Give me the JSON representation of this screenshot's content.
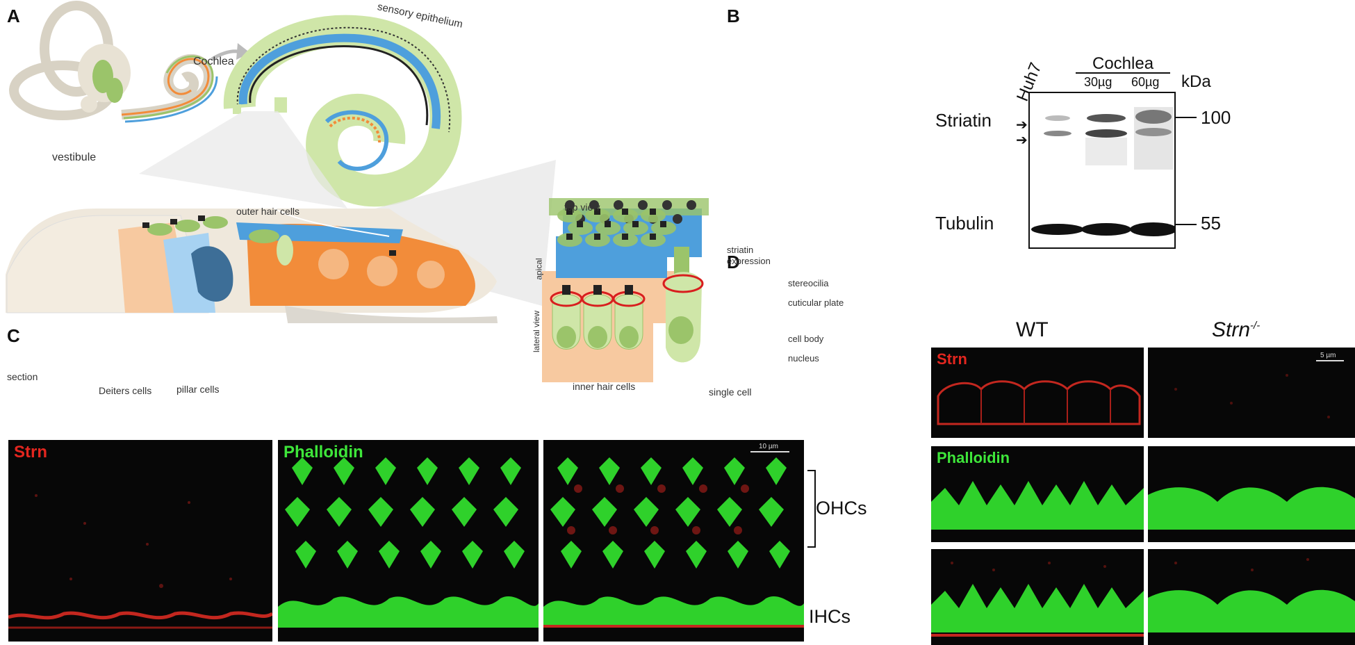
{
  "panels": {
    "a": "A",
    "b": "B",
    "c": "C",
    "d": "D"
  },
  "panel_a": {
    "cochlea": "Cochlea",
    "vestibule": "vestibule",
    "sensory_epithelium": "sensory epithelium",
    "outer_hair_cells": "outer hair cells",
    "top_view": "top view",
    "apical": "apical",
    "lateral_view": "lateral view",
    "striatin_expression_1": "striatin",
    "striatin_expression_2": "expression",
    "stereocilia": "stereocilia",
    "cuticular_plate": "cuticular plate",
    "cell_body": "cell body",
    "nucleus": "nucleus",
    "single_cell": "single cell",
    "inner_hair_cells": "inner hair cells",
    "section": "section",
    "deiters_cells": "Deiters cells",
    "pillar_cells": "pillar cells"
  },
  "panel_b": {
    "huh7": "Huh7",
    "cochlea": "Cochlea",
    "amount_1": "30µg",
    "amount_2": "60µg",
    "kda": "kDa",
    "striatin": "Striatin",
    "tubulin": "Tubulin",
    "mw_100": "100",
    "mw_55": "55"
  },
  "panel_c": {
    "strn": "Strn",
    "phalloidin": "Phalloidin",
    "ohcs": "OHCs",
    "ihcs": "IHCs",
    "scale": "10 µm"
  },
  "panel_d": {
    "wt": "WT",
    "strn_ko_base": "Strn",
    "strn_ko_sup": "-/-",
    "strn": "Strn",
    "phalloidin": "Phalloidin",
    "scale": "5 µm"
  },
  "colors": {
    "red_stain": "#e3261f",
    "green_stain": "#3ee63a",
    "background_dark": "#070707"
  }
}
